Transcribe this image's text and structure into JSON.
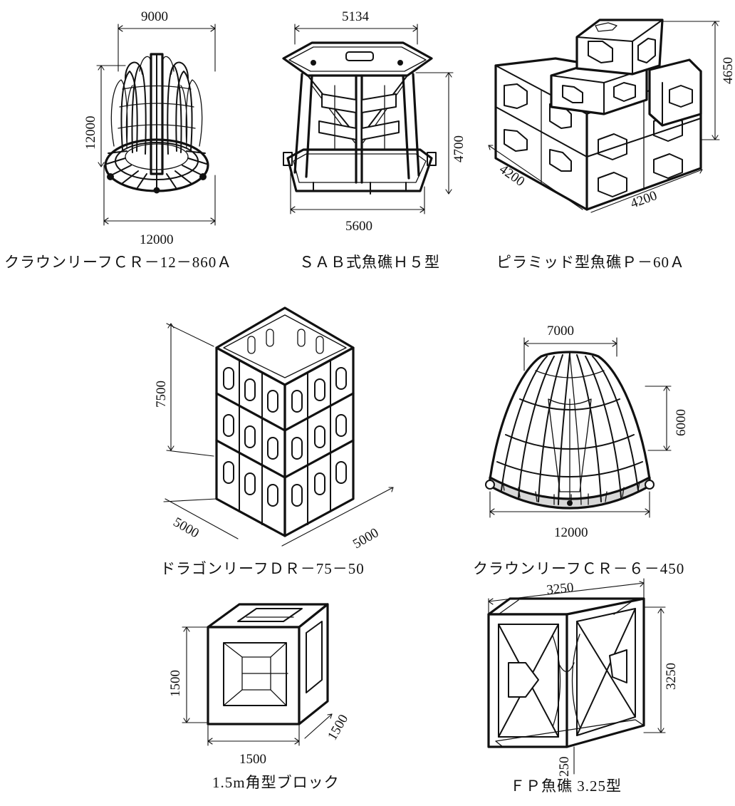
{
  "reefs": [
    {
      "caption": "クラウンリーフＣＲ－12－860Ａ",
      "dims": {
        "top_width": "9000",
        "height": "12000",
        "bottom_width": "12000"
      }
    },
    {
      "caption": "ＳＡＢ式魚礁Ｈ５型",
      "dims": {
        "top_width": "5134",
        "height": "4700",
        "bottom_width": "5600"
      }
    },
    {
      "caption": "ピラミッド型魚礁Ｐ－60Ａ",
      "dims": {
        "height": "4650",
        "depth": "4200",
        "width": "4200"
      }
    },
    {
      "caption": "ドラゴンリーフＤＲ－75－50",
      "dims": {
        "height": "7500",
        "depth": "5000",
        "width": "5000"
      }
    },
    {
      "caption": "クラウンリーフＣＲ－６－450",
      "dims": {
        "top_width": "7000",
        "height": "6000",
        "bottom_width": "12000"
      }
    },
    {
      "caption": "1.5m角型ブロック",
      "dims": {
        "height": "1500",
        "depth": "1500",
        "width": "1500"
      }
    },
    {
      "caption": "ＦＰ魚礁 3.25型",
      "dims": {
        "top_width": "3250",
        "height": "3250",
        "leg": "250"
      }
    }
  ]
}
